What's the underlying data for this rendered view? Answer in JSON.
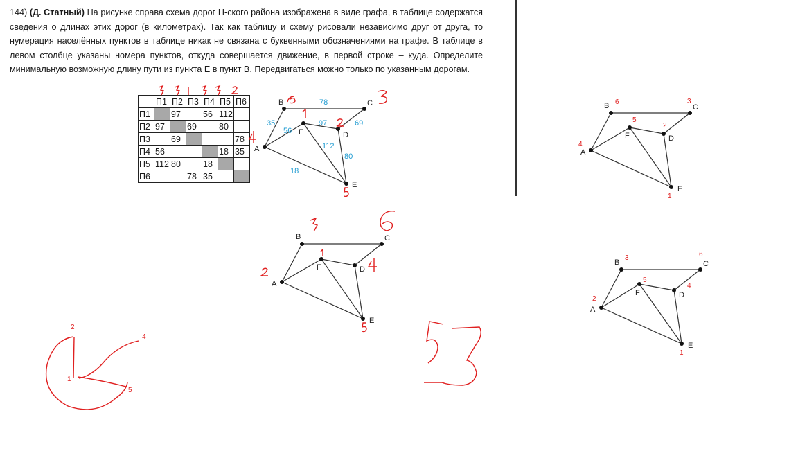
{
  "problem": {
    "number": "144)",
    "author": "(Д. Статный)",
    "text": "На рисунке справа схема дорог Н-ского района изображена в виде графа, в таблице содержатся сведения о длинах этих дорог (в километрах). Так как таблицу и схему рисовали независимо друг от друга, то нумерация населённых пунктов в таблице никак не связана с буквенными обозначениями на графе. В таблице в левом столбце указаны номера пунктов, откуда совершается движение, в первой строке – куда. Определите минимальную возможную длину пути из пункта Е в пункт В. Передвигаться можно только по указанным дорогам."
  },
  "table": {
    "headers": [
      "",
      "П1",
      "П2",
      "П3",
      "П4",
      "П5",
      "П6"
    ],
    "rows": [
      [
        "П1",
        "",
        "97",
        "",
        "56",
        "112",
        ""
      ],
      [
        "П2",
        "97",
        "",
        "69",
        "",
        "80",
        ""
      ],
      [
        "П3",
        "",
        "69",
        "",
        "",
        "",
        "78"
      ],
      [
        "П4",
        "56",
        "",
        "",
        "",
        "18",
        "35"
      ],
      [
        "П5",
        "112",
        "80",
        "",
        "18",
        "",
        ""
      ],
      [
        "П6",
        "",
        "",
        "78",
        "35",
        "",
        ""
      ]
    ]
  },
  "graph_main": {
    "nodes": {
      "A": "A",
      "B": "B",
      "C": "C",
      "D": "D",
      "E": "E",
      "F": "F"
    },
    "weights": {
      "BC": "78",
      "AB": "35",
      "AF": "56",
      "FD": "97",
      "DC": "69",
      "FE": "112",
      "DE": "80",
      "AE": "18"
    }
  },
  "graph_labels": {
    "A": "A",
    "B": "B",
    "C": "C",
    "D": "D",
    "E": "E",
    "F": "F"
  },
  "annotations": {
    "top_right": {
      "B": "6",
      "C": "3",
      "F": "5",
      "D": "2",
      "A": "4",
      "E": "1"
    },
    "bottom_right": {
      "B": "3",
      "C": "6",
      "F": "5",
      "D": "4",
      "A": "2",
      "E": "1"
    },
    "scribble": {
      "n2": "2",
      "n4": "4",
      "n1": "1",
      "n5": "5"
    }
  },
  "colors": {
    "weight": "#1f9bd1",
    "annotation": "#e02020",
    "line": "#333333"
  }
}
